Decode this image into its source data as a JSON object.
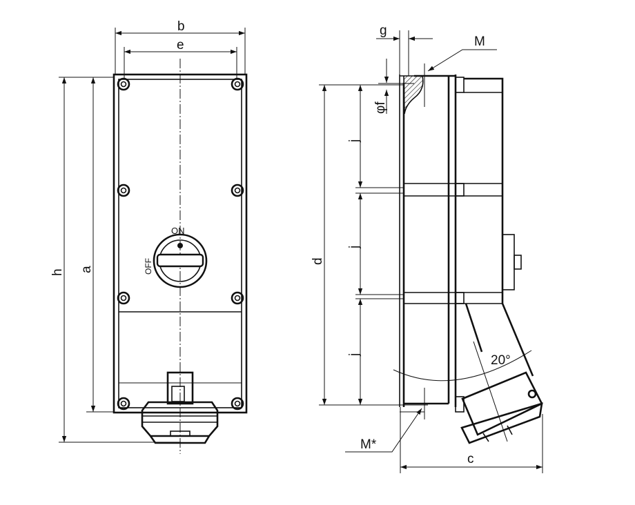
{
  "front_view": {
    "dim_b": "b",
    "dim_e": "e",
    "dim_h": "h",
    "dim_a": "a",
    "switch_on": "ON",
    "switch_off": "OFF"
  },
  "side_view": {
    "dim_g": "g",
    "dim_m": "M",
    "dim_phi_f": "φf",
    "dim_j": [
      "j",
      "j",
      "j"
    ],
    "dim_d": "d",
    "angle": "20°",
    "dim_m_star": "M*",
    "dim_c": "c"
  }
}
